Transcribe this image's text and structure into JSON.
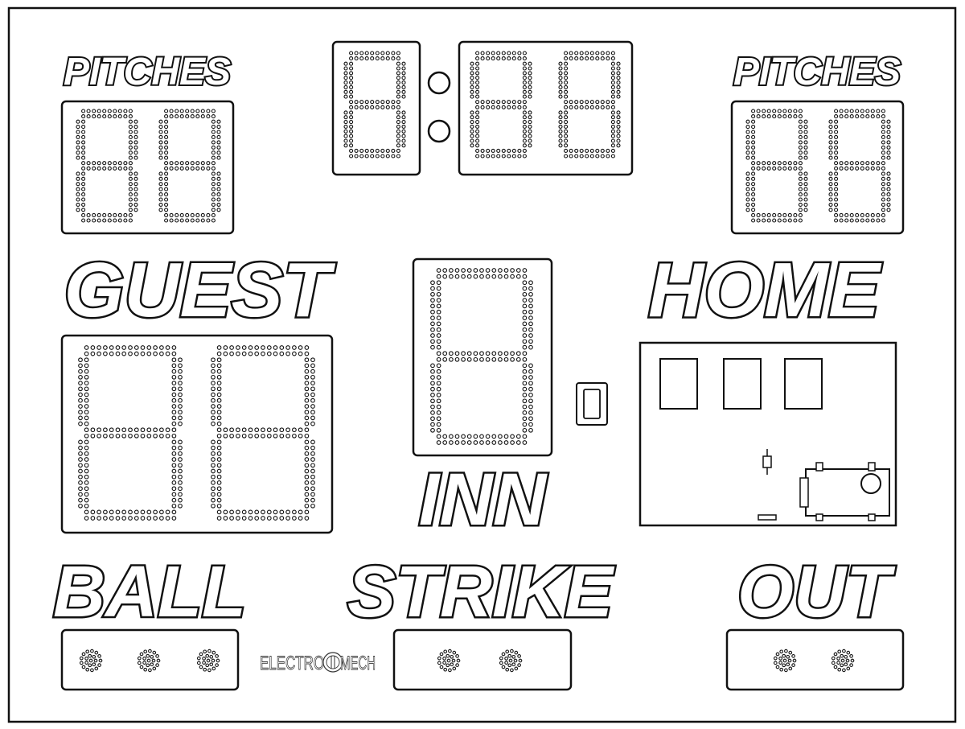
{
  "labels": {
    "pitches_left": "PITCHES",
    "pitches_right": "PITCHES",
    "guest": "GUEST",
    "home": "HOME",
    "inning": "INN",
    "ball": "BALL",
    "strike": "STRIKE",
    "out": "OUT"
  },
  "brand": {
    "left": "ELECTRO",
    "right": "MECH"
  },
  "indicators": {
    "ball_count": 3,
    "strike_count": 2,
    "out_count": 2
  },
  "colors": {
    "outline": "#111111",
    "background": "#ffffff"
  }
}
